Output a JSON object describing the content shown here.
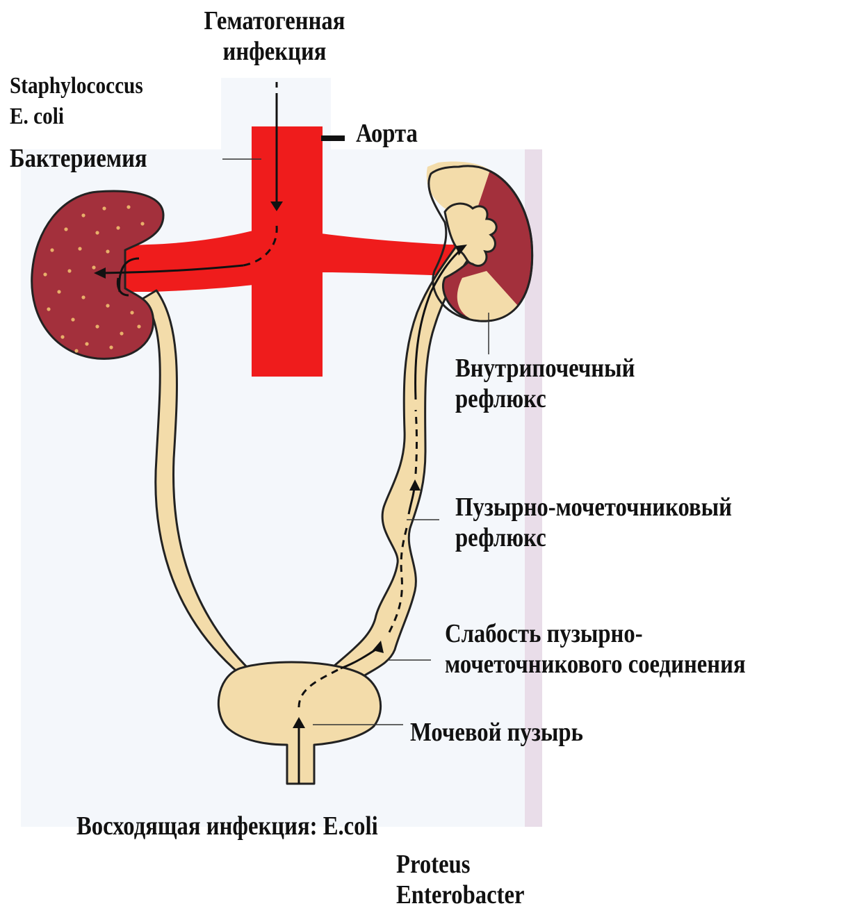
{
  "labels": {
    "hematogenous": [
      "Гематогенная",
      "инфекция"
    ],
    "pathogens_blood": [
      "Staphylococcus",
      "E. coli"
    ],
    "bacteremia": "Бактериемия",
    "aorta": "Аорта",
    "intrarenal_reflux": [
      "Внутрипочечный",
      "рефлюкс"
    ],
    "vesicoureteral_reflux": [
      "Пузырно-мочеточниковый",
      "рефлюкс"
    ],
    "vuj_weakness": [
      "Слабость пузырно-",
      "мочеточникового соединения"
    ],
    "bladder": "Мочевой пузырь",
    "ascending_infection": "Восходящая инфекция: E.coli",
    "ascending_pathogens": [
      "Proteus",
      "Enterobacter"
    ]
  },
  "colors": {
    "aorta": "#ef1c1c",
    "kidney": "#a3303c",
    "kidney_dots": "#e8b06a",
    "urinary_tract": "#f3dcaa",
    "outline": "#222222",
    "panel": "#f4f7fb",
    "panel_shadow": "#e6dbe8"
  }
}
